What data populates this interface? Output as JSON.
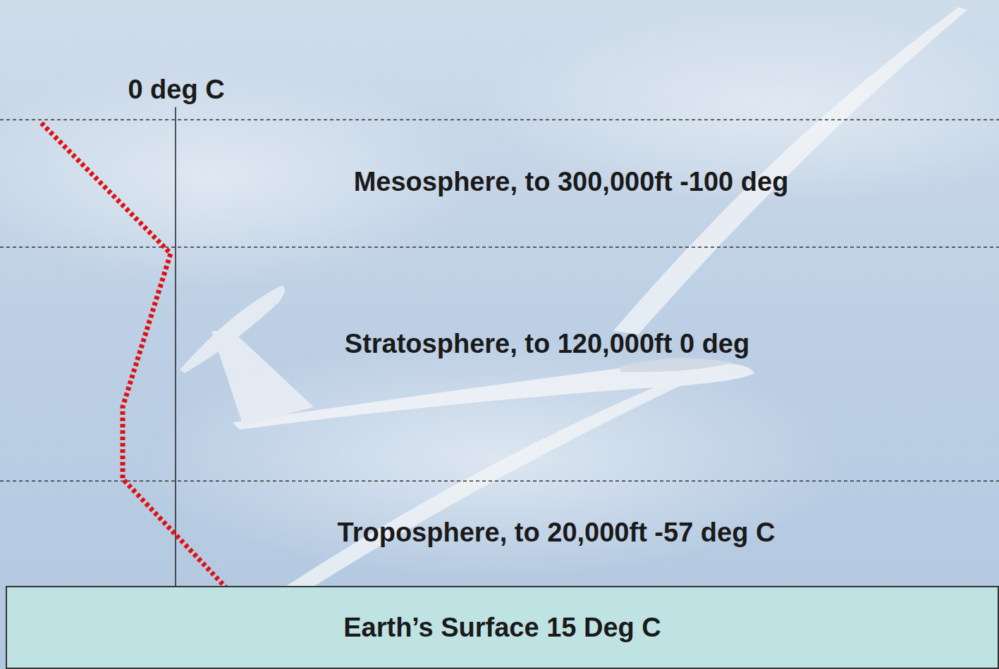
{
  "diagram": {
    "nodes": [
      {
        "text": [
          "Earth’s Surface 15 Deg C"
        ]
      }
    ],
    "labels": [
      "0 deg C",
      "Mesosphere, to 300,000ft -100 deg",
      "Stratosphere, to 120,000ft 0 deg",
      "Troposphere, to 20,000ft -57 deg C"
    ]
  }
}
